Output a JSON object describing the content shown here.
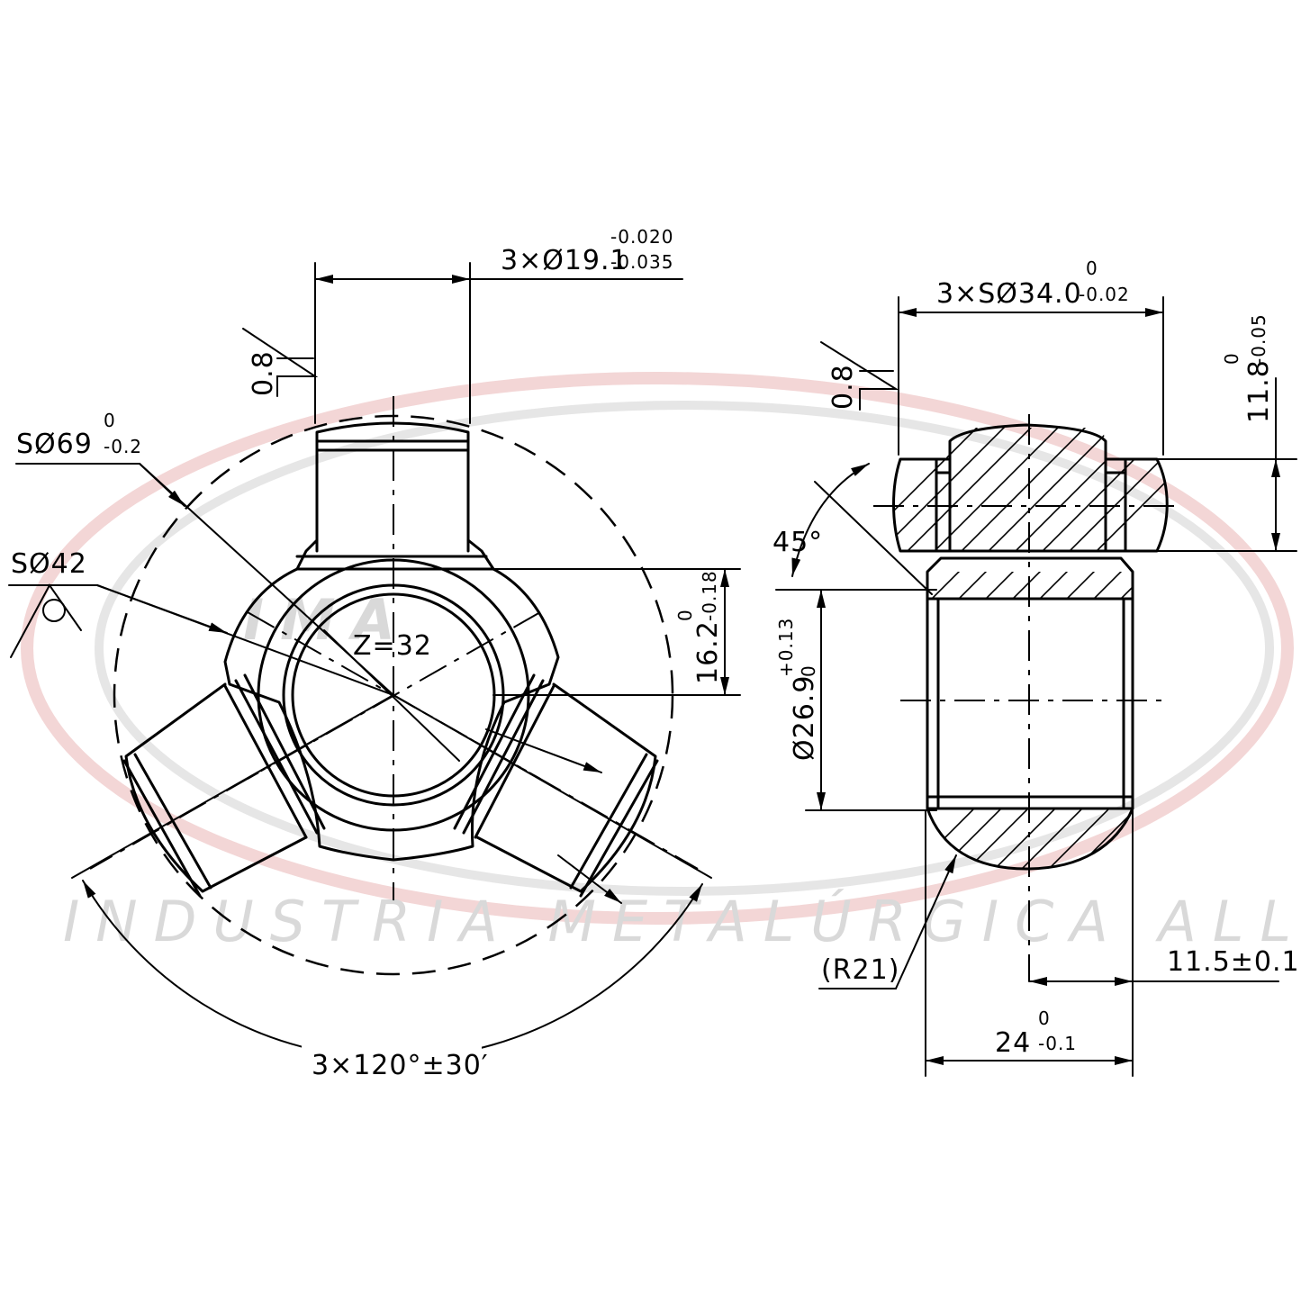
{
  "watermark": {
    "brand": "IMA",
    "company": "INDUSTRIA METALÚRGICA ALLI"
  },
  "front_view": {
    "spline_label": "Z=32",
    "trunnion_dia": {
      "text": "3×Ø19.1",
      "upper": "-0.020",
      "lower": "-0.035"
    },
    "sphere_outer": {
      "text": "SØ69",
      "upper": "0",
      "lower": "-0.2"
    },
    "sphere_inner": {
      "text": "SØ42"
    },
    "surface_finish": "0.8",
    "height": {
      "text": "16.2",
      "upper": "0",
      "lower": "-0.18"
    },
    "angle": "3×120°±30′"
  },
  "side_view": {
    "roller_sphere": {
      "text": "3×SØ34.0",
      "upper": "0",
      "lower": "-0.02"
    },
    "surface_finish": "0.8",
    "roller_width": {
      "text": "11.8",
      "upper": "0",
      "lower": "-0.05"
    },
    "chamfer": "45°",
    "bore": {
      "text": "Ø26.9",
      "upper": "+0.13",
      "lower": "0"
    },
    "radius": "(R21)",
    "offset": "11.5±0.1",
    "width": {
      "text": "24",
      "upper": "0",
      "lower": "-0.1"
    }
  }
}
